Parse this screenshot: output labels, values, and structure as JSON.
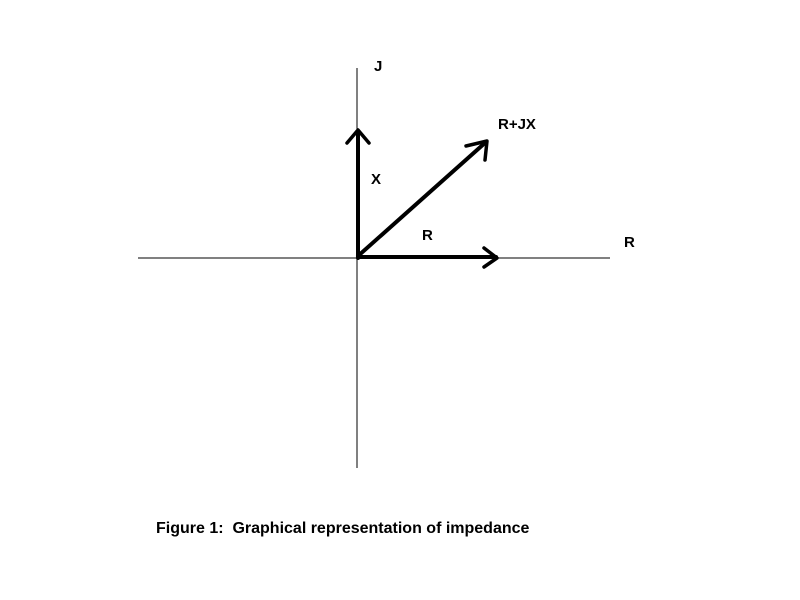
{
  "diagram": {
    "labels": {
      "vertical_axis": "J",
      "horizontal_axis": "R",
      "resistance": "R",
      "reactance": "X",
      "impedance": "R+JX"
    },
    "caption": "Figure 1:  Graphical representation of impedance"
  },
  "colors": {
    "line": "#000000",
    "background": "#ffffff"
  }
}
